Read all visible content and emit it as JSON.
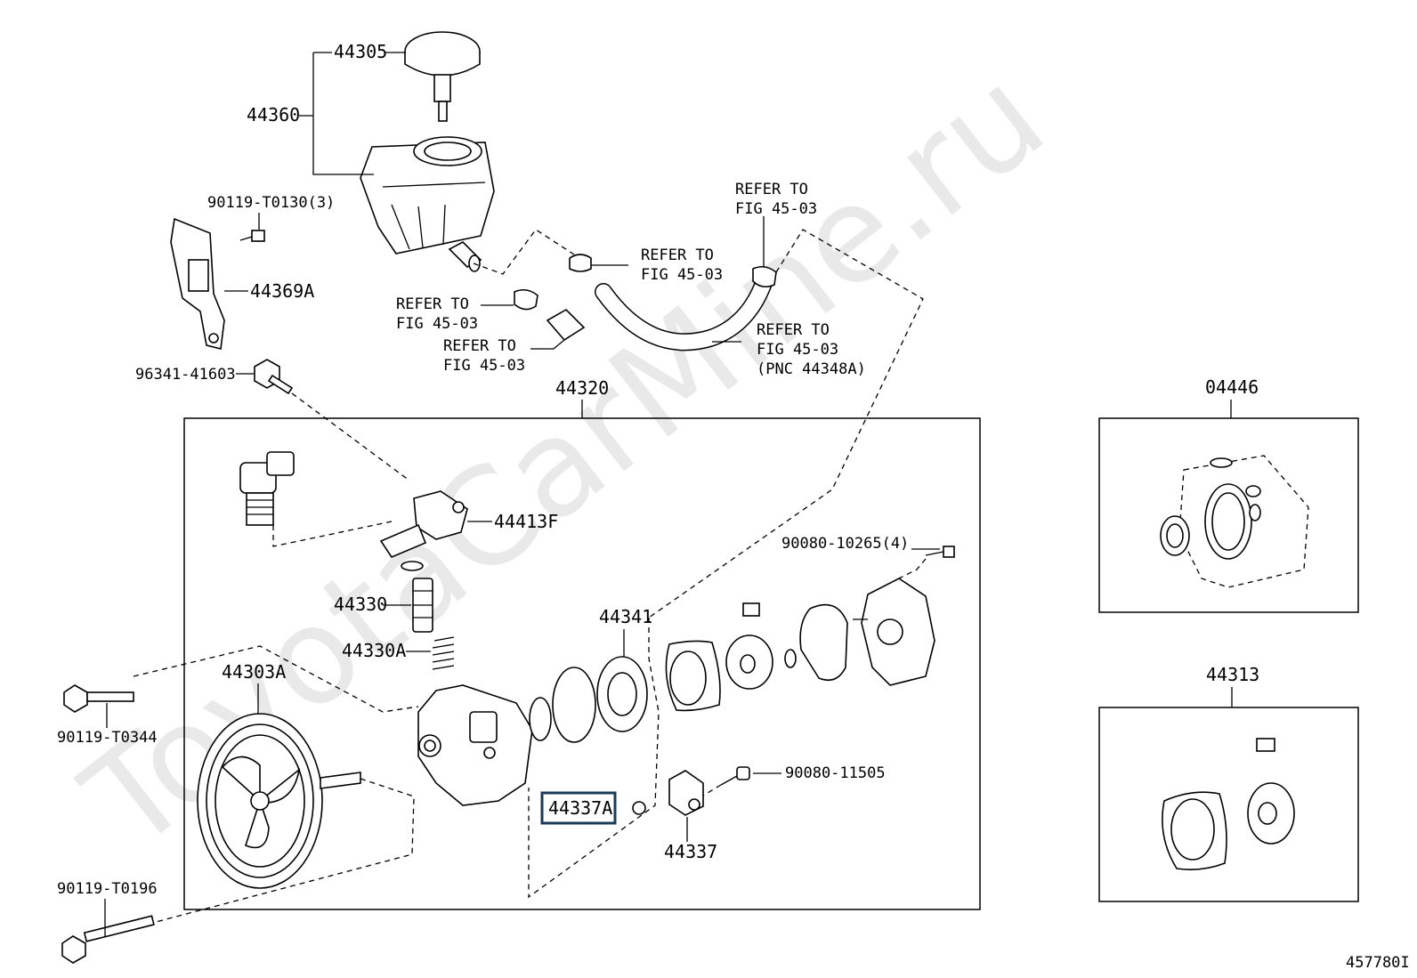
{
  "watermark": "ToyotaCarMine.ru",
  "figure_id": "457780I",
  "parts": {
    "p44305": "44305",
    "p44360": "44360",
    "p44369A": "44369A",
    "p90119_T0130": "90119-T0130(3)",
    "p96341_41603": "96341-41603",
    "p44320": "44320",
    "p44413F": "44413F",
    "p44330": "44330",
    "p44330A": "44330A",
    "p44341": "44341",
    "p44303A": "44303A",
    "p90119_T0344": "90119-T0344",
    "p90119_T0196": "90119-T0196",
    "p90080_10265": "90080-10265(4)",
    "p90080_11505": "90080-11505",
    "p44337A": "44337A",
    "p44337": "44337",
    "p04446": "04446",
    "p44313": "44313"
  },
  "refer_notes": {
    "refer1_l1": "REFER TO",
    "refer1_l2": "FIG 45-03",
    "refer2_l1": "REFER TO",
    "refer2_l2": "FIG 45-03",
    "refer3_l1": "REFER TO",
    "refer3_l2": "FIG 45-03",
    "refer4_l1": "REFER TO",
    "refer4_l2": "FIG 45-03",
    "refer5_l1": "REFER TO",
    "refer5_l2": "FIG 45-03",
    "refer5_l3": "(PNC 44348A)"
  }
}
